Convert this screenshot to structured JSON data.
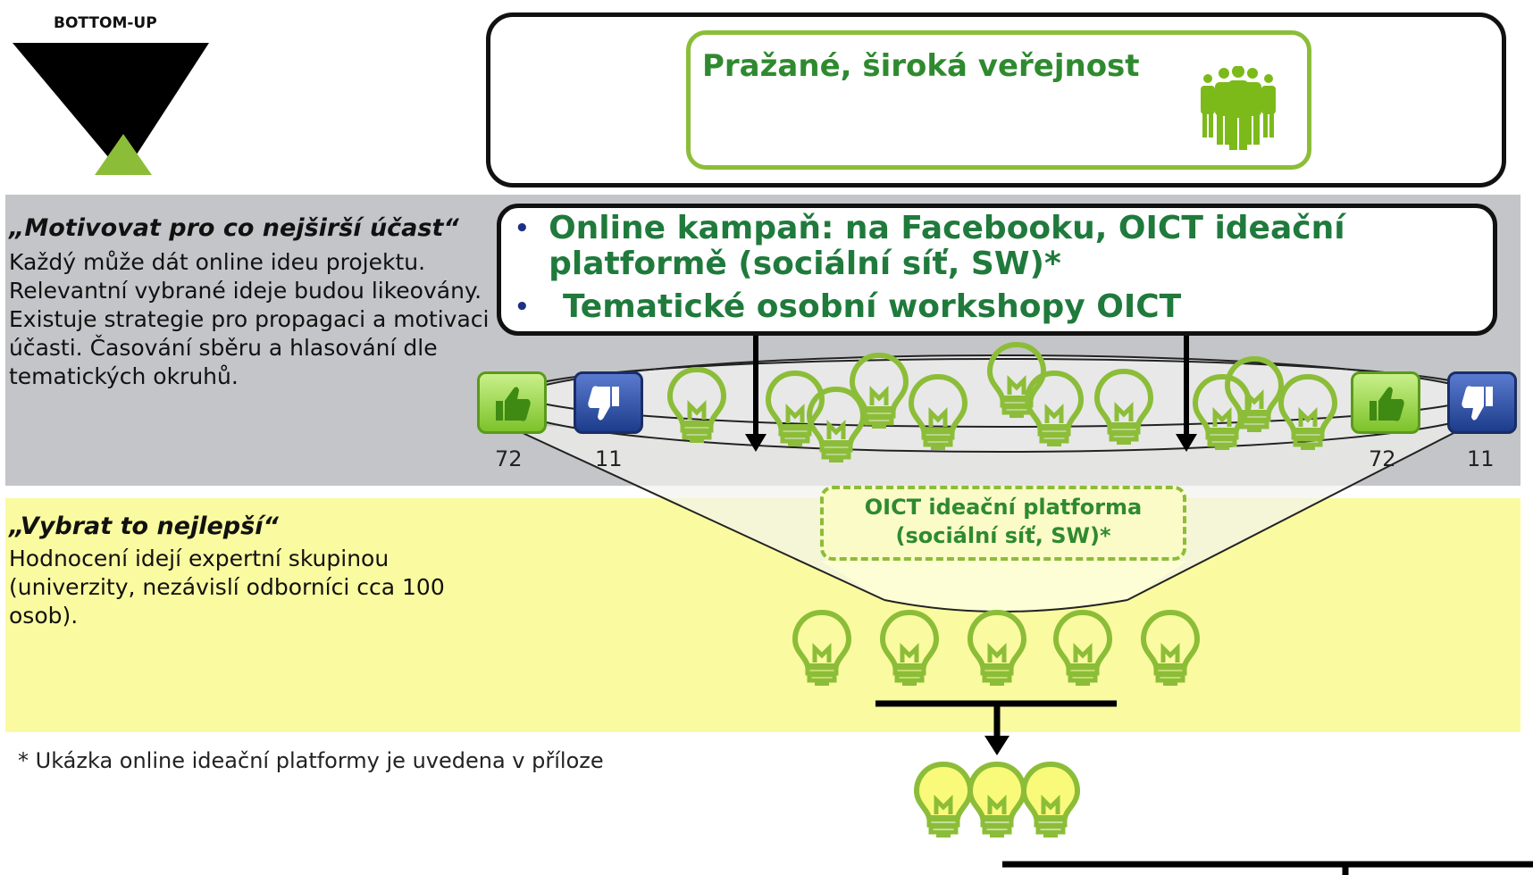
{
  "header": {
    "direction_label": "BOTTOM-UP"
  },
  "target_group": {
    "label": "Pražané, široká veřejnost",
    "icon": "people-group-icon"
  },
  "channels": {
    "items": [
      "Online kampaň: na Facebooku, OICT ideační platformě (sociální síť, SW)*",
      "Tematické osobní workshopy OICT"
    ]
  },
  "motivate": {
    "title": "„Motivovat pro co nejširší účast“",
    "body": "Každý může dát online ideu projektu. Relevantní vybrané ideje budou likeovány. Existuje strategie pro propagaci a motivaci účasti. Časování sběru a hlasování dle tematických okruhů."
  },
  "votes": {
    "left": {
      "likes": "72",
      "dislikes": "11"
    },
    "right": {
      "likes": "72",
      "dislikes": "11"
    }
  },
  "platform": {
    "label_line1": "OICT ideační platforma",
    "label_line2": "(sociální síť, SW)*"
  },
  "select": {
    "title": "„Vybrat to nejlepší“",
    "body": "Hodnocení idejí expertní skupinou (univerzity, nezávislí odborníci cca 100 osob)."
  },
  "footnote": "* Ukázka online ideační platformy je uvedena v příloze",
  "colors": {
    "grey_band": "#c4c5c8",
    "yellow_band": "#fafaa0",
    "green_text": "#1f7a3c",
    "bulb_green": "#8cbd38",
    "bulb_fill": "#fafa7a",
    "like_green": "#7cc22a",
    "dislike_blue": "#1d3c8a"
  }
}
